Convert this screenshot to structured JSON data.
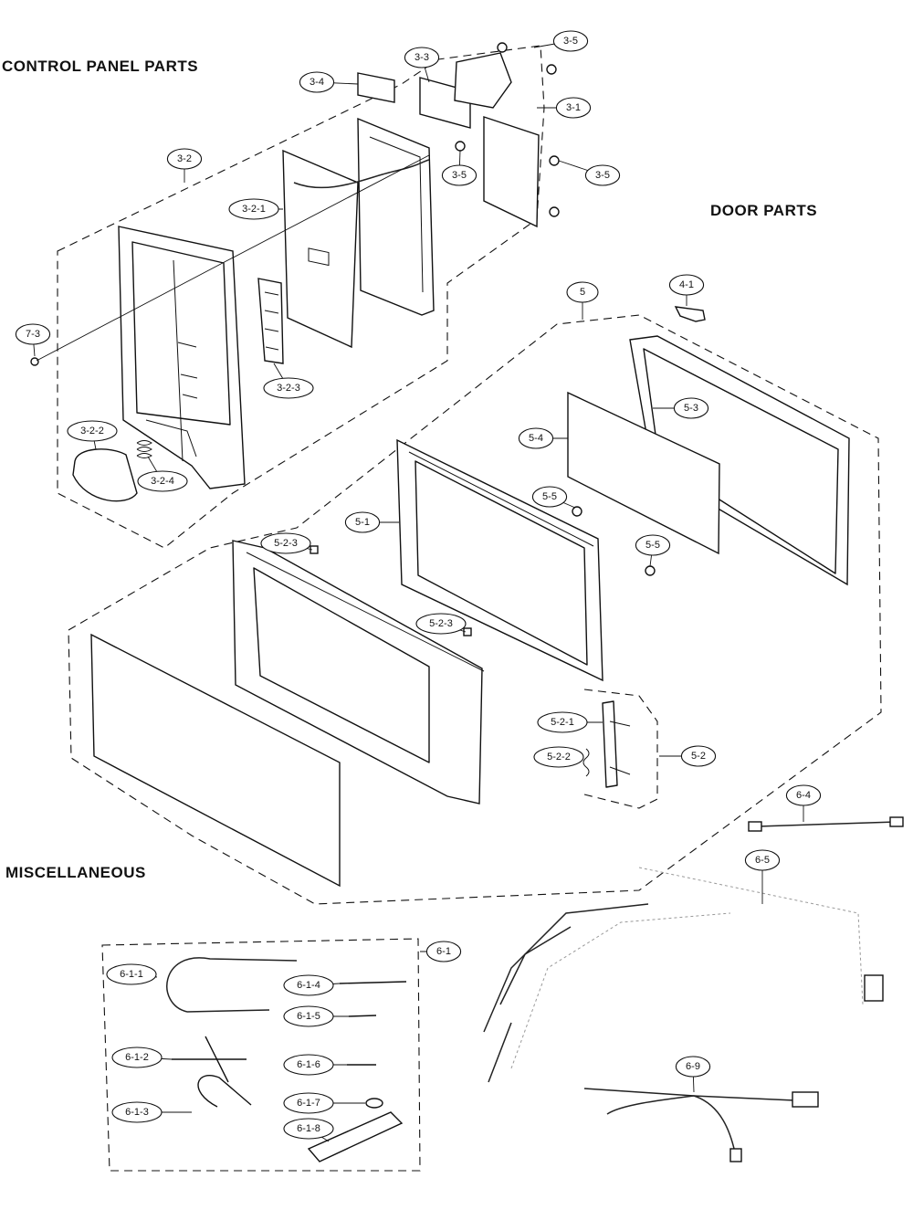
{
  "sections": {
    "control_panel": "CONTROL PANEL PARTS",
    "door": "DOOR PARTS",
    "misc": "MISCELLANEOUS"
  },
  "callouts": {
    "c3_5_a": "3-5",
    "c3_3": "3-3",
    "c3_4": "3-4",
    "c3_1": "3-1",
    "c3_5_b": "3-5",
    "c3_5_c": "3-5",
    "c3_2": "3-2",
    "c3_2_1": "3-2-1",
    "c7_3": "7-3",
    "c3_2_3": "3-2-3",
    "c3_2_2": "3-2-2",
    "c3_2_4": "3-2-4",
    "c5": "5",
    "c4_1": "4-1",
    "c5_3": "5-3",
    "c5_4": "5-4",
    "c5_5_a": "5-5",
    "c5_1": "5-1",
    "c5_2_3_a": "5-2-3",
    "c5_5_b": "5-5",
    "c5_2_3_b": "5-2-3",
    "c5_2_1": "5-2-1",
    "c5_2_2": "5-2-2",
    "c5_2": "5-2",
    "c6_4": "6-4",
    "c6_5": "6-5",
    "c6_1": "6-1",
    "c6_1_1": "6-1-1",
    "c6_1_4": "6-1-4",
    "c6_1_5": "6-1-5",
    "c6_1_2": "6-1-2",
    "c6_1_6": "6-1-6",
    "c6_1_3": "6-1-3",
    "c6_1_7": "6-1-7",
    "c6_1_8": "6-1-8",
    "c6_9": "6-9"
  }
}
